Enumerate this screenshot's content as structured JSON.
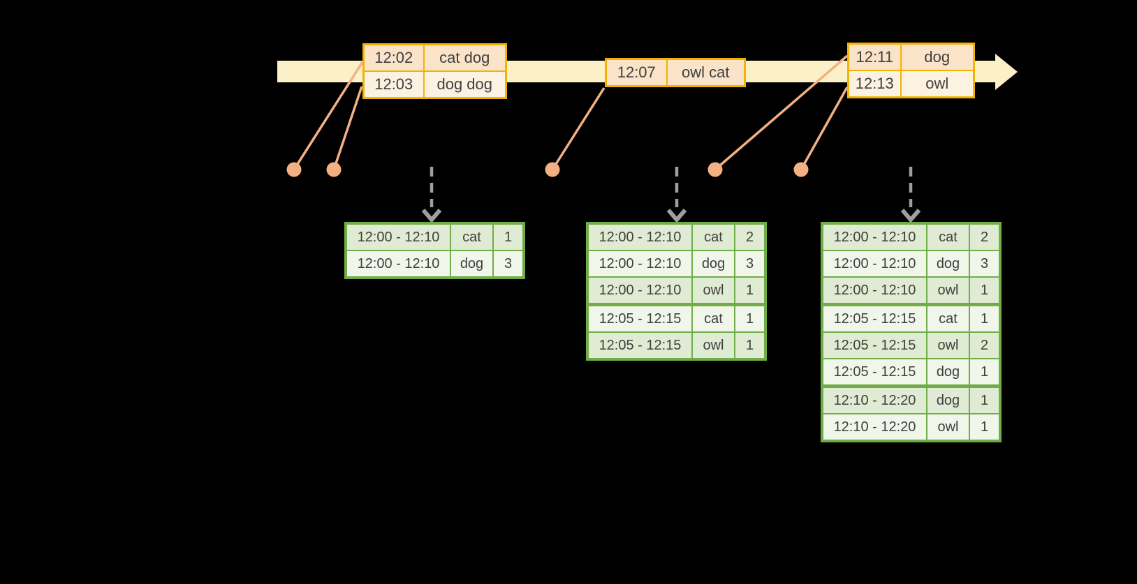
{
  "colors": {
    "background": "#000000",
    "text_color": "#3F3F3F",
    "timeline_fill": "#FBF0C8",
    "event_border": "#F2B400",
    "event_row_dark": "#FAE3C8",
    "event_row_light": "#FCF2E2",
    "connector": "#F3B183",
    "dashed_arrow": "#9E9E9E",
    "result_border": "#70AD47",
    "result_row_dark": "#DFEBD3",
    "result_row_light": "#F1F6EB"
  },
  "event_tables": [
    {
      "rows": [
        {
          "time": "12:02",
          "words": "cat dog"
        },
        {
          "time": "12:03",
          "words": "dog dog"
        }
      ]
    },
    {
      "rows": [
        {
          "time": "12:07",
          "words": "owl cat"
        }
      ]
    },
    {
      "rows": [
        {
          "time": "12:11",
          "words": "dog"
        },
        {
          "time": "12:13",
          "words": "owl"
        }
      ]
    }
  ],
  "result_tables": [
    {
      "rows": [
        {
          "window": "12:00 - 12:10",
          "word": "cat",
          "count": "1"
        },
        {
          "window": "12:00 - 12:10",
          "word": "dog",
          "count": "3"
        }
      ]
    },
    {
      "rows": [
        {
          "window": "12:00 - 12:10",
          "word": "cat",
          "count": "2"
        },
        {
          "window": "12:00 - 12:10",
          "word": "dog",
          "count": "3"
        },
        {
          "window": "12:00 - 12:10",
          "word": "owl",
          "count": "1"
        },
        {
          "window": "12:05 - 12:15",
          "word": "cat",
          "count": "1"
        },
        {
          "window": "12:05 - 12:15",
          "word": "owl",
          "count": "1"
        }
      ]
    },
    {
      "rows": [
        {
          "window": "12:00 - 12:10",
          "word": "cat",
          "count": "2"
        },
        {
          "window": "12:00 - 12:10",
          "word": "dog",
          "count": "3"
        },
        {
          "window": "12:00 - 12:10",
          "word": "owl",
          "count": "1"
        },
        {
          "window": "12:05 - 12:15",
          "word": "cat",
          "count": "1"
        },
        {
          "window": "12:05 - 12:15",
          "word": "owl",
          "count": "2"
        },
        {
          "window": "12:05 - 12:15",
          "word": "dog",
          "count": "1"
        },
        {
          "window": "12:10 - 12:20",
          "word": "dog",
          "count": "1"
        },
        {
          "window": "12:10 - 12:20",
          "word": "owl",
          "count": "1"
        }
      ]
    }
  ]
}
